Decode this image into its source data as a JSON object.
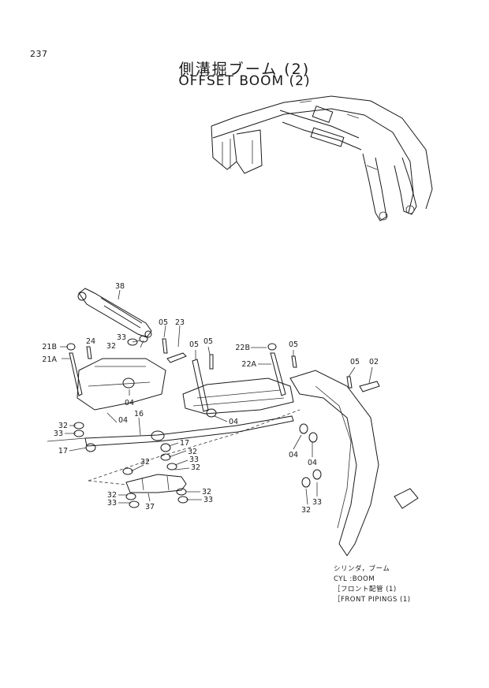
{
  "page_number": "237",
  "title_jp": "側溝掘ブーム (2)",
  "title_en": "OFFSET BOOM (2)",
  "callouts": [
    {
      "id": "c38",
      "text": "38"
    },
    {
      "id": "c05a",
      "text": "05"
    },
    {
      "id": "c23",
      "text": "23"
    },
    {
      "id": "c05b",
      "text": "05"
    },
    {
      "id": "c33a",
      "text": "33"
    },
    {
      "id": "c32a",
      "text": "32"
    },
    {
      "id": "c21B",
      "text": "21B"
    },
    {
      "id": "c21A",
      "text": "21A"
    },
    {
      "id": "c24",
      "text": "24"
    },
    {
      "id": "c05c",
      "text": "05"
    },
    {
      "id": "c22B",
      "text": "22B"
    },
    {
      "id": "c05d",
      "text": "05"
    },
    {
      "id": "c22A",
      "text": "22A"
    },
    {
      "id": "c05e",
      "text": "05"
    },
    {
      "id": "c02",
      "text": "02"
    },
    {
      "id": "c04a",
      "text": "04"
    },
    {
      "id": "c04b",
      "text": "04"
    },
    {
      "id": "c16",
      "text": "16"
    },
    {
      "id": "c04c",
      "text": "04"
    },
    {
      "id": "c32b",
      "text": "32"
    },
    {
      "id": "c33b",
      "text": "33"
    },
    {
      "id": "c17a",
      "text": "17"
    },
    {
      "id": "c17b",
      "text": "17"
    },
    {
      "id": "c32c",
      "text": "32"
    },
    {
      "id": "c33c",
      "text": "33"
    },
    {
      "id": "c32d",
      "text": "32"
    },
    {
      "id": "c32e",
      "text": "32"
    },
    {
      "id": "c04d",
      "text": "04"
    },
    {
      "id": "c04e",
      "text": "04"
    },
    {
      "id": "c32f",
      "text": "32"
    },
    {
      "id": "c33d",
      "text": "33"
    },
    {
      "id": "c32g",
      "text": "32"
    },
    {
      "id": "c33e",
      "text": "33"
    },
    {
      "id": "c37",
      "text": "37"
    },
    {
      "id": "c32h",
      "text": "32"
    },
    {
      "id": "c33f",
      "text": "33"
    },
    {
      "id": "c33g",
      "text": "33"
    },
    {
      "id": "c32i",
      "text": "32"
    }
  ],
  "legend": [
    "シリンダ，ブーム",
    "CYL :BOOM",
    "［フロント配管 (1)",
    "［FRONT PIPINGS (1)"
  ]
}
